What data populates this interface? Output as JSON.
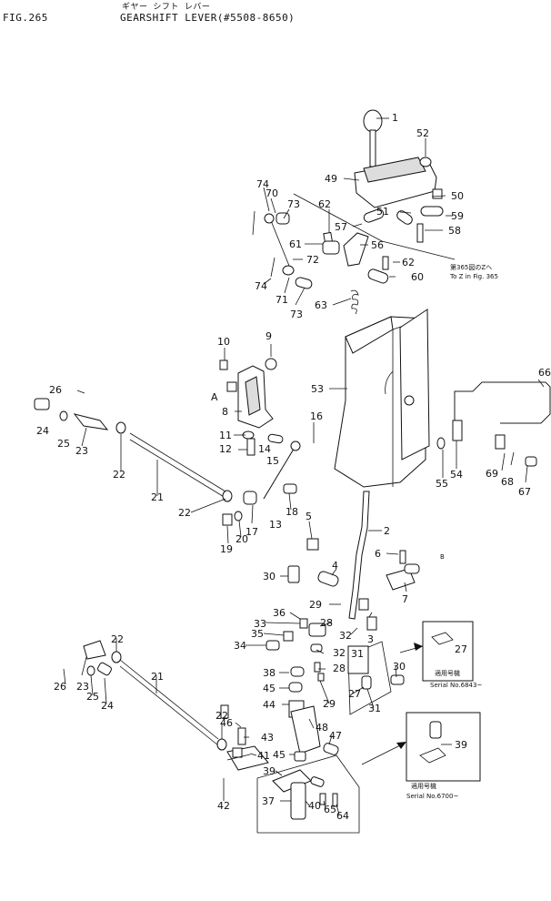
{
  "header": {
    "figure": "FIG.265",
    "title_jp": "ギヤー シフト レバー",
    "title": "GEARSHIFT LEVER(#5508-8650)"
  },
  "notes": {
    "see_fig_jp": "第365図のZへ",
    "see_fig_en": "To Z in Fig. 365",
    "applicable_jp_1": "適用号機",
    "serial_1": "Serial No.6843~",
    "applicable_jp_2": "適用号機",
    "serial_2": "Serial No.6700~",
    "arrow_a": "A",
    "arrow_b": "B"
  },
  "part_numbers": [
    "1",
    "2",
    "3",
    "4",
    "5",
    "6",
    "7",
    "8",
    "9",
    "10",
    "11",
    "12",
    "13",
    "14",
    "15",
    "16",
    "17",
    "18",
    "19",
    "20",
    "21",
    "22",
    "23",
    "24",
    "25",
    "26",
    "27",
    "28",
    "29",
    "30",
    "31",
    "32",
    "33",
    "34",
    "35",
    "36",
    "37",
    "38",
    "39",
    "40",
    "41",
    "42",
    "43",
    "44",
    "45",
    "46",
    "47",
    "48",
    "49",
    "50",
    "51",
    "52",
    "53",
    "54",
    "55",
    "56",
    "57",
    "58",
    "59",
    "60",
    "61",
    "62",
    "63",
    "64",
    "65",
    "66",
    "67",
    "68",
    "69",
    "70",
    "71",
    "72",
    "73",
    "74"
  ]
}
